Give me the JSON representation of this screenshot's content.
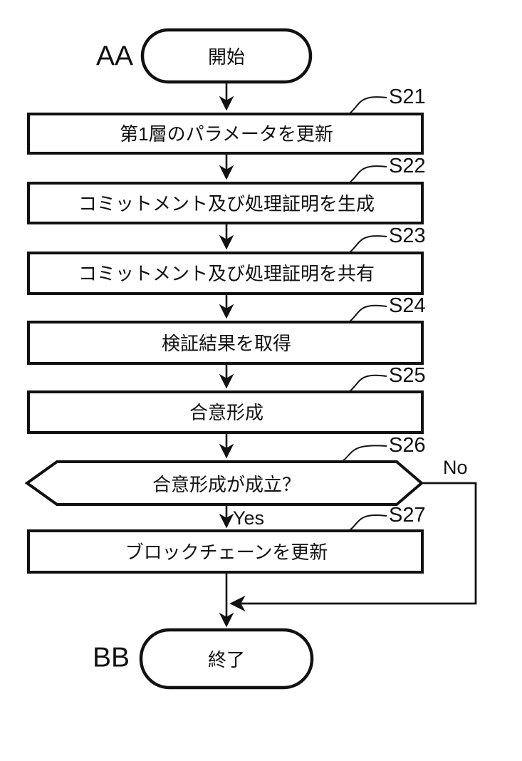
{
  "diagram": {
    "title": "flowchart",
    "start": {
      "side_label": "AA",
      "label": "開始"
    },
    "end": {
      "side_label": "BB",
      "label": "終了"
    },
    "steps": [
      {
        "id": "S21",
        "text": "第1層のパラメータを更新"
      },
      {
        "id": "S22",
        "text": "コミットメント及び処理証明を生成"
      },
      {
        "id": "S23",
        "text": "コミットメント及び処理証明を共有"
      },
      {
        "id": "S24",
        "text": "検証結果を取得"
      },
      {
        "id": "S25",
        "text": "合意形成"
      }
    ],
    "decision": {
      "id": "S26",
      "text": "合意形成が成立？",
      "yes_label": "Yes",
      "no_label": "No"
    },
    "final_step": {
      "id": "S27",
      "text": "ブロックチェーンを更新"
    },
    "colors": {
      "line": "#111111",
      "background": "#ffffff"
    }
  }
}
